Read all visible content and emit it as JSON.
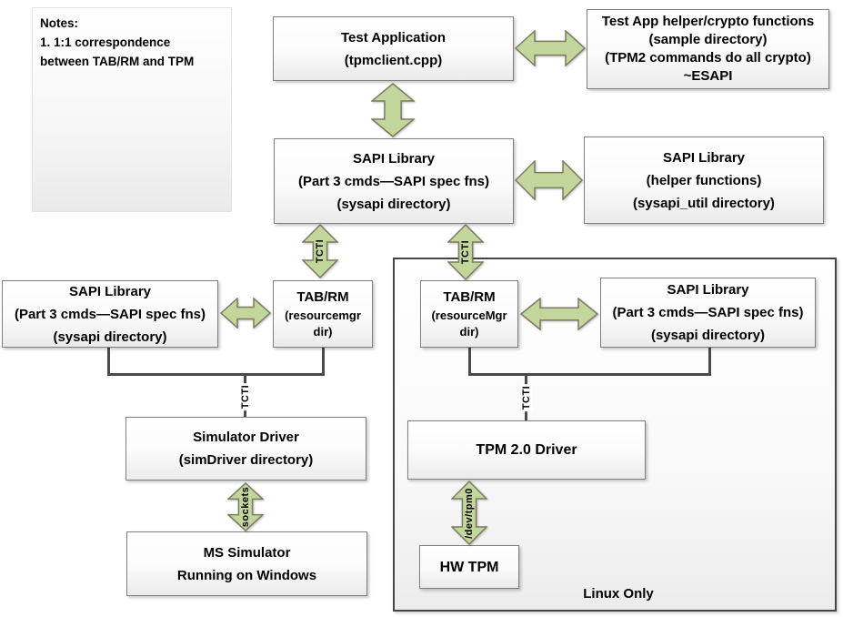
{
  "colors": {
    "arrow_fill": "#c3d69b",
    "arrow_border": "#7b7c63",
    "box_border": "#7f7f7f",
    "container_border": "#454545",
    "connector": "#4a4a4a"
  },
  "notes": {
    "title": "Notes:",
    "lines": [
      "1.  1:1 correspondence",
      "between TAB/RM and TPM"
    ]
  },
  "labels": {
    "tcti": "TCTI",
    "sockets": "sockets",
    "dev_tpm0": "/dev/tpm0",
    "linux_only": "Linux Only"
  },
  "nodes": {
    "test_app": {
      "lines": [
        "Test Application",
        "(tpmclient.cpp)"
      ]
    },
    "test_app_helper": {
      "lines": [
        "Test App helper/crypto functions",
        "(sample directory)",
        "(TPM2 commands do all crypto)",
        "~ESAPI"
      ]
    },
    "sapi_main": {
      "lines": [
        "SAPI Library",
        "(Part 3 cmds—SAPI spec fns)",
        "(sysapi directory)"
      ]
    },
    "sapi_helper": {
      "lines": [
        "SAPI Library",
        "(helper functions)",
        "(sysapi_util directory)"
      ]
    },
    "sapi_left": {
      "lines": [
        "SAPI Library",
        "(Part 3 cmds—SAPI spec fns)",
        "(sysapi directory)"
      ]
    },
    "tab_rm_left": {
      "lines": [
        "TAB/RM",
        "(resourcemgr",
        "dir)"
      ]
    },
    "tab_rm_right": {
      "lines": [
        "TAB/RM",
        "(resourceMgr",
        "dir)"
      ]
    },
    "sapi_right": {
      "lines": [
        "SAPI Library",
        "(Part 3 cmds—SAPI spec fns)",
        "(sysapi directory)"
      ]
    },
    "sim_driver": {
      "lines": [
        "Simulator Driver",
        "(simDriver directory)"
      ]
    },
    "ms_simulator": {
      "lines": [
        "MS Simulator",
        "Running on Windows"
      ]
    },
    "tpm_driver": {
      "lines": [
        "TPM 2.0 Driver"
      ]
    },
    "hw_tpm": {
      "lines": [
        "HW TPM"
      ]
    }
  }
}
